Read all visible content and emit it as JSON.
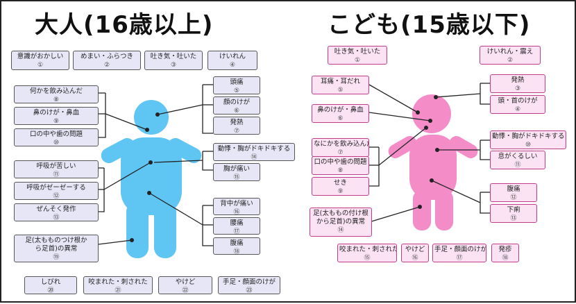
{
  "adult": {
    "title": "大人(16歳以上)",
    "items": [
      {
        "label": "意識がおかしい",
        "num": "①"
      },
      {
        "label": "めまい・ふらつき",
        "num": "②"
      },
      {
        "label": "吐き気・吐いた",
        "num": "③"
      },
      {
        "label": "けいれん",
        "num": "④"
      },
      {
        "label": "頭痛",
        "num": "⑤"
      },
      {
        "label": "顔のけが",
        "num": "⑥"
      },
      {
        "label": "発熱",
        "num": "⑦"
      },
      {
        "label": "何かを飲み込んだ",
        "num": "⑧"
      },
      {
        "label": "鼻のけが・鼻血",
        "num": "⑨"
      },
      {
        "label": "口の中や歯の問題",
        "num": "⑩"
      },
      {
        "label": "呼吸が苦しい",
        "num": "⑪"
      },
      {
        "label": "呼吸がゼーゼーする",
        "num": "⑫"
      },
      {
        "label": "ぜんそく発作",
        "num": "⑬"
      },
      {
        "label": "動悸・胸がドキドキする",
        "num": "⑭"
      },
      {
        "label": "胸が痛い",
        "num": "⑮"
      },
      {
        "label": "背中が痛い",
        "num": "⑯"
      },
      {
        "label": "腰痛",
        "num": "⑰"
      },
      {
        "label": "腹痛",
        "num": "⑱"
      },
      {
        "label": "足(太もものつけ根から足首)の異常",
        "num": "⑲"
      },
      {
        "label": "しびれ",
        "num": "⑳"
      },
      {
        "label": "咬まれた・刺された",
        "num": "㉑"
      },
      {
        "label": "やけど",
        "num": "㉒"
      },
      {
        "label": "手足・顔面のけが",
        "num": "㉓"
      }
    ]
  },
  "child": {
    "title": "こども(15歳以下)",
    "items": [
      {
        "label": "吐き気・吐いた",
        "num": "①"
      },
      {
        "label": "けいれん・震え",
        "num": "②"
      },
      {
        "label": "発熱",
        "num": "③"
      },
      {
        "label": "頭・首のけが",
        "num": "④"
      },
      {
        "label": "耳痛・耳だれ",
        "num": "⑤"
      },
      {
        "label": "鼻のけが・鼻血",
        "num": "⑥"
      },
      {
        "label": "なにかを飲み込んだ",
        "num": "⑦"
      },
      {
        "label": "口の中や歯の問題",
        "num": "⑧"
      },
      {
        "label": "せき",
        "num": "⑨"
      },
      {
        "label": "動悸・胸がドキドキする",
        "num": "⑩"
      },
      {
        "label": "息がくるしい",
        "num": "⑪"
      },
      {
        "label": "腹痛",
        "num": "⑫"
      },
      {
        "label": "下痢",
        "num": "⑬"
      },
      {
        "label": "足(太ももの付け根から足首)の異常",
        "num": "⑭"
      },
      {
        "label": "咬まれた・刺された",
        "num": "⑮"
      },
      {
        "label": "やけど",
        "num": "⑯"
      },
      {
        "label": "手足・顔面のけが",
        "num": "⑰"
      },
      {
        "label": "発疹",
        "num": "⑱"
      }
    ]
  },
  "colors": {
    "adult_figure": "#5fc5f2",
    "child_figure": "#f48cc8",
    "adult_box": "#e6e6f7",
    "child_box": "#fbe3f3"
  }
}
